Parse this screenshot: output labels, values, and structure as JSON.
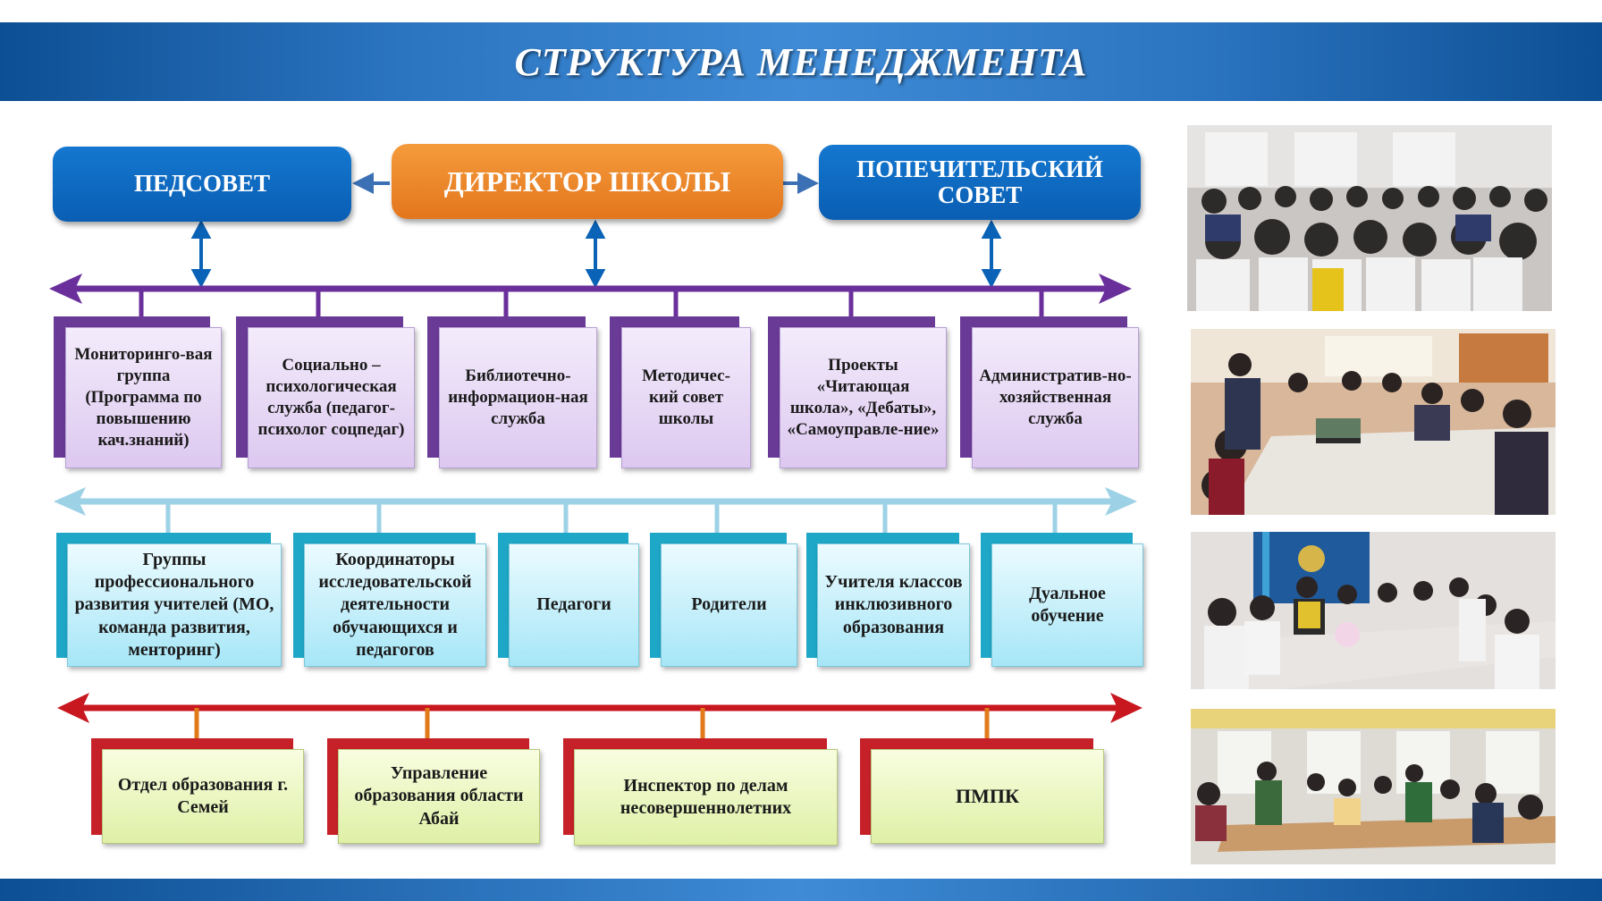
{
  "header": {
    "title": "СТРУКТУРА МЕНЕДЖМЕНТА"
  },
  "top": {
    "pedsovet": "ПЕДСОВЕТ",
    "director": "ДИРЕКТОР ШКОЛЫ",
    "trustee": "ПОПЕЧИТЕЛЬСКИЙ СОВЕТ"
  },
  "row1": [
    "Мониторинго-вая группа (Программа по повышению кач.знаний)",
    "Социально – психологическая служба (педагог-психолог соцпедаг)",
    "Библиотечно-информацион-ная служба",
    "Методичес-кий совет школы",
    "Проекты «Читающая школа», «Дебаты», «Самоуправле-ние»",
    "Административ-но-хозяйственная служба"
  ],
  "row2": [
    "Группы профессионального развития учителей (МО, команда развития, менторинг)",
    "Координаторы исследовательской деятельности обучающихся и педагогов",
    "Педагоги",
    "Родители",
    "Учителя классов инклюзивного образования",
    "Дуальное обучение"
  ],
  "row3": [
    "Отдел образования г. Семей",
    "Управление образования области Абай",
    "Инспектор по делам несовершеннолетних",
    "ПМПК"
  ],
  "colors": {
    "banner": "#1a63ad",
    "blue_box": "#0a68c2",
    "director": "#ec8427",
    "purple_line": "#6a2f9b",
    "cyan_line": "#9dd2e6",
    "red_line": "#c8171f",
    "orange_connector": "#e07a1a"
  },
  "photos": [
    "assembly-photo",
    "teachers-meeting-photo",
    "roundtable-photo",
    "parents-meeting-photo"
  ]
}
